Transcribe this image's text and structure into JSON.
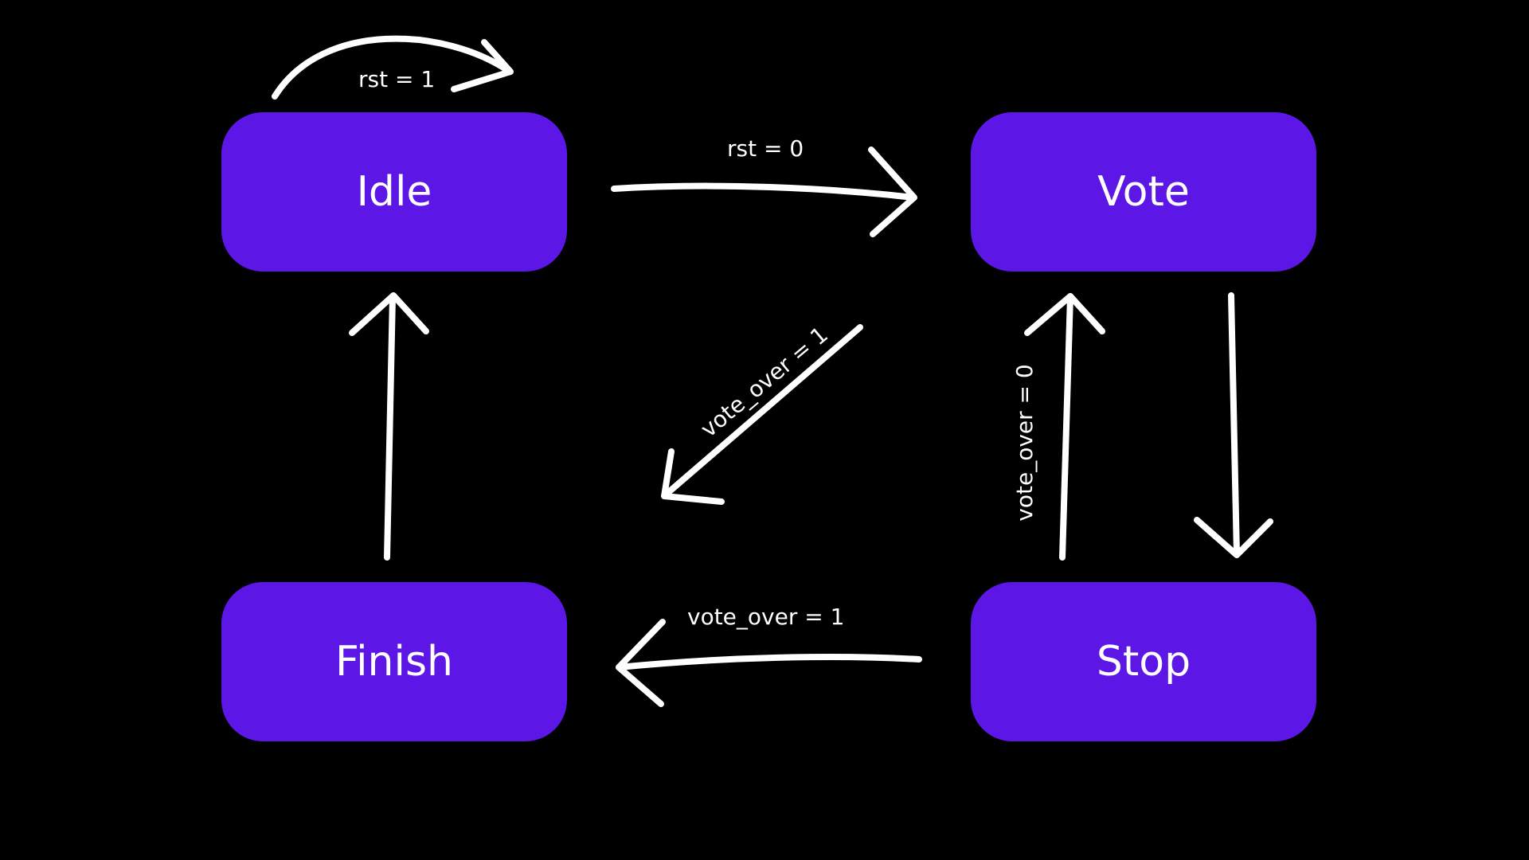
{
  "colors": {
    "background": "#000000",
    "state_fill": "#5C16E6",
    "arrow": "#FFFFFF",
    "text": "#FFFFFF"
  },
  "states": {
    "idle": "Idle",
    "vote": "Vote",
    "finish": "Finish",
    "stop": "Stop"
  },
  "transitions": {
    "idle_self": "rst = 1",
    "idle_to_vote": "rst = 0",
    "vote_to_finish": "vote_over = 1",
    "stop_to_vote": "vote_over = 0",
    "stop_to_finish": "vote_over = 1"
  }
}
